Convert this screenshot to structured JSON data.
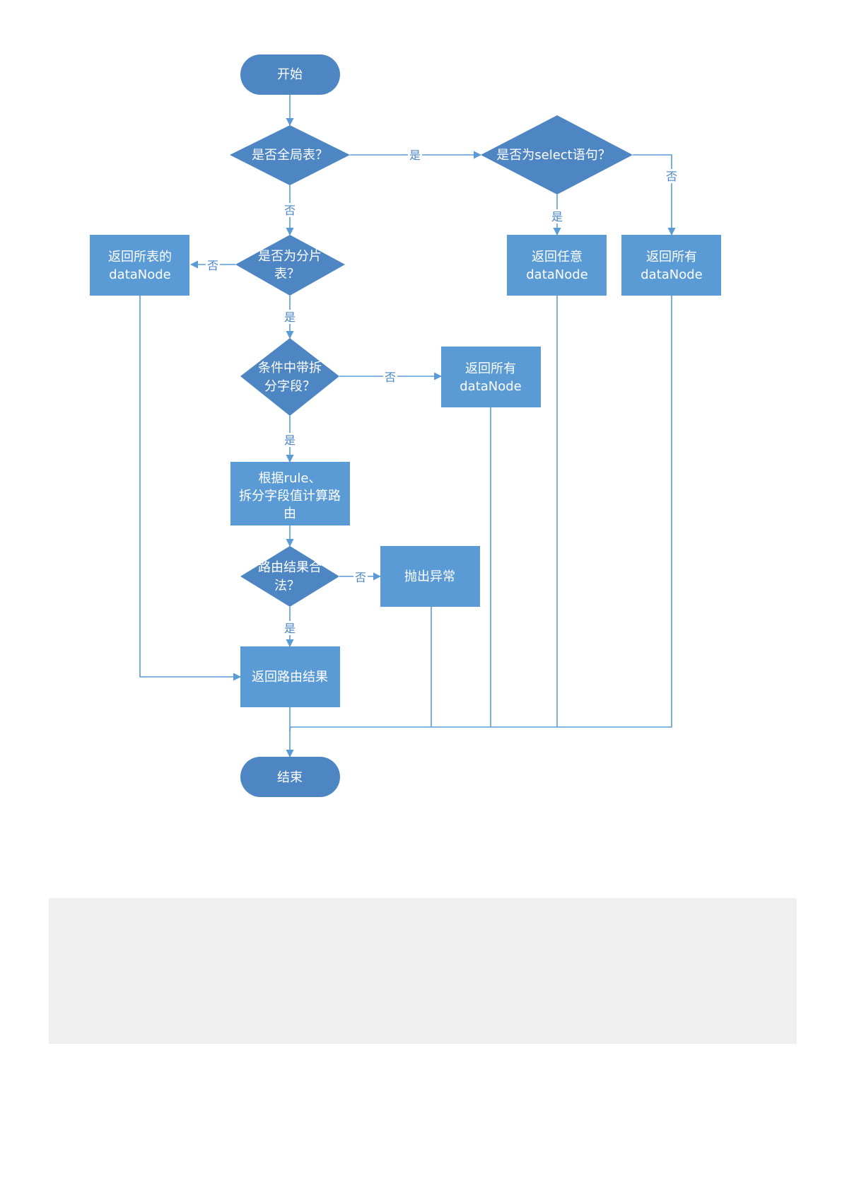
{
  "colors": {
    "node_fill": "#5b9bd5",
    "terminal_fill": "#4e86c3",
    "line": "#5b9bd5",
    "label_text": "#4a86c5",
    "panel": "#efefef"
  },
  "nodes": {
    "start": {
      "lines": [
        "开始"
      ]
    },
    "is_global": {
      "lines": [
        "是否全局表？"
      ]
    },
    "is_select": {
      "lines": [
        "是否为select语句？"
      ]
    },
    "is_sharded": {
      "lines": [
        "是否为分片",
        "表？"
      ]
    },
    "return_all_table": {
      "lines": [
        "返回所表的",
        "dataNode"
      ]
    },
    "return_any": {
      "lines": [
        "返回任意",
        "dataNode"
      ]
    },
    "return_all_1": {
      "lines": [
        "返回所有",
        "dataNode"
      ]
    },
    "has_split_field": {
      "lines": [
        "条件中带拆",
        "分字段？"
      ]
    },
    "return_all_2": {
      "lines": [
        "返回所有",
        "dataNode"
      ]
    },
    "compute_route": {
      "lines": [
        "根据rule、",
        "拆分字段值计算路",
        "由"
      ]
    },
    "route_valid": {
      "lines": [
        "路由结果合",
        "法？"
      ]
    },
    "throw_exception": {
      "lines": [
        "抛出异常"
      ]
    },
    "return_route": {
      "lines": [
        "返回路由结果"
      ]
    },
    "end": {
      "lines": [
        "结束"
      ]
    }
  },
  "edge_labels": {
    "global_yes": "是",
    "global_no": "否",
    "select_yes": "是",
    "select_no": "否",
    "sharded_no": "否",
    "sharded_yes": "是",
    "split_no": "否",
    "split_yes": "是",
    "valid_no": "否",
    "valid_yes": "是"
  }
}
